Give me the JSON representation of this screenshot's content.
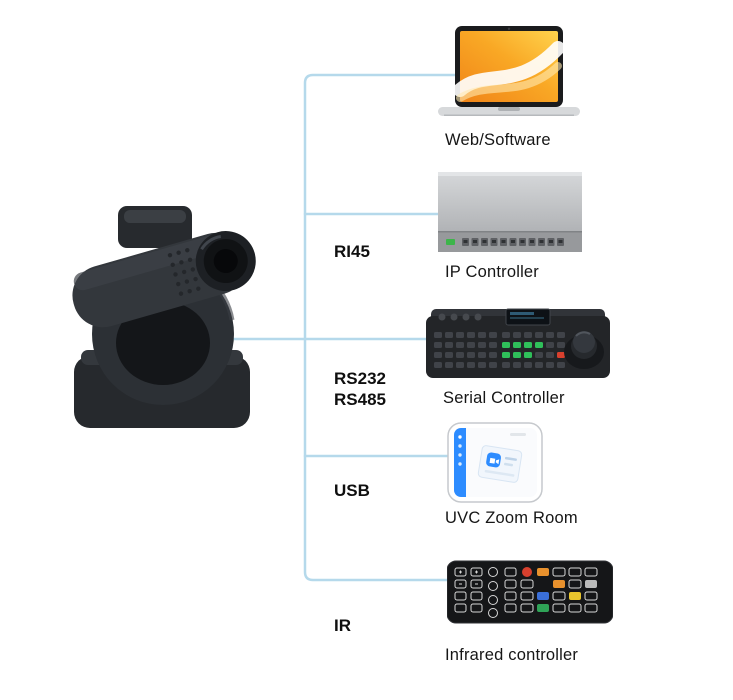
{
  "colors": {
    "line": "#b5d9eb",
    "text": "#161616",
    "label_text": "#0f0f0f",
    "laptop_wallpaper_orange": "#f9a825",
    "zoom_blue": "#2d8cff",
    "led_green": "#3db54a",
    "button_green": "#2fbf5a",
    "button_red": "#d8402e",
    "button_orange": "#e8912d"
  },
  "ports": {
    "rj45_label": "RI45",
    "rs232_label": "RS232",
    "rs485_label": "RS485",
    "usb_label": "USB",
    "ir_label": "IR"
  },
  "devices": {
    "web_software": {
      "caption": "Web/Software",
      "icon": "laptop-icon"
    },
    "ip_controller": {
      "caption": "IP Controller",
      "icon": "network-box-icon"
    },
    "serial_controller": {
      "caption": "Serial Controller",
      "icon": "joystick-keyboard-icon"
    },
    "uvc_zoom_room": {
      "caption": "UVC Zoom Room",
      "icon": "smartphone-icon"
    },
    "infrared_controller": {
      "caption": "Infrared controller",
      "icon": "remote-control-icon"
    }
  }
}
